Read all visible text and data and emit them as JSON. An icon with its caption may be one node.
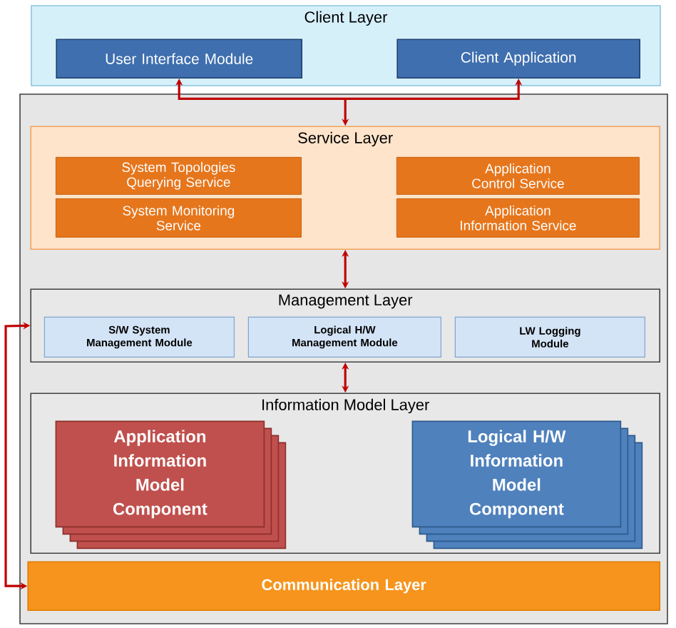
{
  "diagram": {
    "nodes": [
      {
        "text": [
          "Client Layer"
        ]
      },
      {
        "text": [
          "User Interface Module"
        ],
        "in": 0
      },
      {
        "text": [
          "Client Application"
        ],
        "in": 0
      },
      {
        "text": [],
        "shape": "box"
      },
      {
        "text": [
          "Service Layer"
        ],
        "in": 3
      },
      {
        "text": [
          "System Topologies Querying Service"
        ],
        "in": 4
      },
      {
        "text": [
          "System Monitoring Service"
        ],
        "in": 4
      },
      {
        "text": [
          "Application Control Service"
        ],
        "in": 4
      },
      {
        "text": [
          "Application Information Service"
        ],
        "in": 4
      },
      {
        "text": [
          "Management Layer"
        ],
        "in": 3
      },
      {
        "text": [
          "S/W System Management Module"
        ],
        "in": 9
      },
      {
        "text": [
          "Logical H/W Management Module"
        ],
        "in": 9
      },
      {
        "text": [
          "LW Logging Module"
        ],
        "in": 9
      },
      {
        "text": [
          "Information Model Layer"
        ],
        "in": 3
      },
      {
        "text": [
          "Application Information Model Component"
        ],
        "in": 13
      },
      {
        "text": [
          "Logical H/W Information Model Component"
        ],
        "in": 13
      },
      {
        "text": [
          "Communication Layer"
        ],
        "in": 3
      }
    ],
    "edges": [
      {
        "from": 1,
        "to": 4,
        "arrow": "both"
      },
      {
        "from": 2,
        "to": 4,
        "arrow": "both"
      },
      {
        "from": 4,
        "to": 9,
        "arrow": "both"
      },
      {
        "from": 9,
        "to": 13,
        "arrow": "both"
      },
      {
        "from": 9,
        "to": 16,
        "arrow": "both"
      }
    ]
  }
}
